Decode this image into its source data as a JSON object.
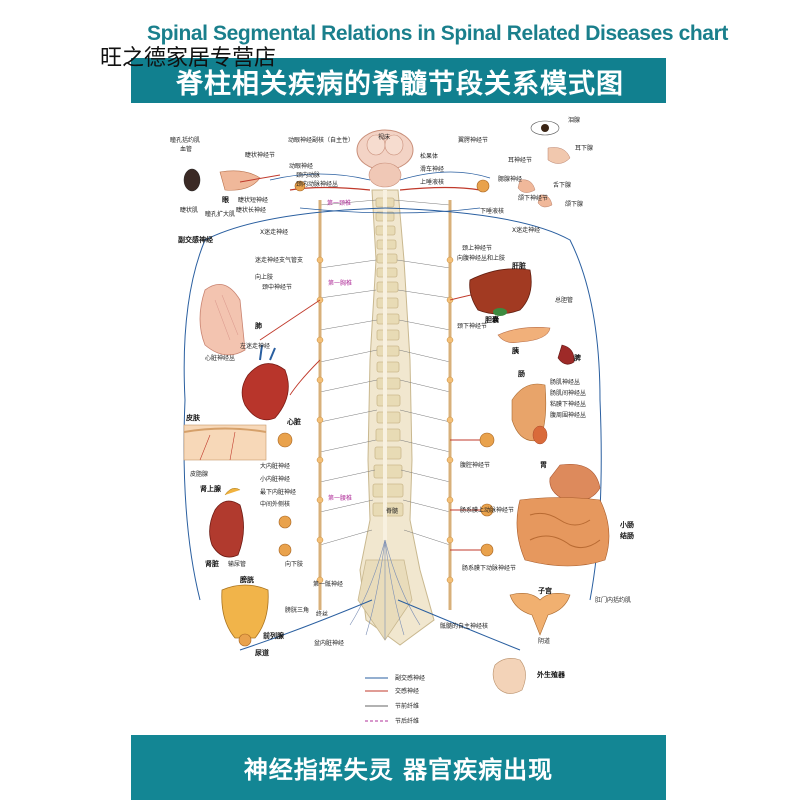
{
  "header": {
    "english_title": "Spinal Segmental Relations in Spinal Related Diseases chart",
    "store_watermark": "旺之德家居专营店",
    "chinese_title": "脊柱相关疾病的脊髓节段关系模式图"
  },
  "footer": {
    "slogan": "神经指挥失灵  器官疾病出现"
  },
  "colors": {
    "teal_band": "#11808f",
    "title_teal": "#1a7f8c",
    "parasympathetic": "#2a5fa0",
    "sympathetic": "#c0392b",
    "preganglionic": "#666666",
    "postganglionic": "#b0309a",
    "organ": "#c94a2a",
    "spine": "#e8dcc0"
  },
  "diagram": {
    "left_labels": {
      "dilator_muscle": "瞳孔括约肌",
      "blood_vessel": "血管",
      "ciliary_ganglion": "睫状神经节",
      "ciliary_muscle": "睫状肌",
      "eye": "眼",
      "short_ciliary": "睫状短神经",
      "pupil_dilator": "瞳孔扩大肌",
      "long_ciliary": "睫状长神经",
      "oculomotor_nucleus": "动眼神经副核（自主性）",
      "oculomotor_nerve": "动眼神经",
      "internal_carotid": "颈内动脉",
      "internal_carotid_plexus": "颈内动脉神经丛",
      "parasympathetic": "副交感神经",
      "vagus": "X迷走神经",
      "vagus_bronchial": "迷走神经支气管支",
      "superior_limb": "向上肢",
      "middle_cervical": "颈中神经节",
      "lung": "肺",
      "left_vagus": "左迷走神经",
      "cardiac_plexus": "心脏神经丛",
      "heart": "心脏",
      "skin": "皮肤",
      "sweat_gland": "皮脂腺",
      "adrenal": "肾上腺",
      "greater_splanchnic": "大内脏神经",
      "lesser_splanchnic": "小内脏神经",
      "lowest_splanchnic": "最下内脏神经",
      "intermediolateral": "中间外侧核",
      "kidney": "肾脏",
      "ureter": "输尿管",
      "bladder": "膀胱",
      "bladder_trigone": "膀胱三角",
      "lower_limb": "向下肢",
      "first_sacral": "第一骶神经",
      "spinal_cord_lower": "终丝",
      "prostate": "前列腺",
      "urethra": "尿道",
      "pelvic_splanchnic": "盆内脏神经"
    },
    "right_labels": {
      "thalamus": "视床",
      "pineal": "松果体",
      "trochlear": "滑车神经",
      "superior_salivatory": "上唾液核",
      "lacrimal": "泪腺",
      "pterygopalatine": "翼腭神经节",
      "otic_ganglion": "耳神经节",
      "nose": "耳下腺",
      "parotid": "腮腺神经",
      "tongue": "舌下腺",
      "submandibular_ganglion": "颌下神经节",
      "submandibular_gland": "颌下腺",
      "inferior_salivatory": "下唾液核",
      "vagus_right": "X迷走神经",
      "superior_cervical": "颈上神经节",
      "celiac_plexus_upper": "向腹神经丛和上肢",
      "liver": "肝脏",
      "bile_duct": "总胆管",
      "gallbladder": "胆囊",
      "inferior_cervical": "颈下神经节",
      "pancreas": "胰",
      "spleen": "脾",
      "intestine": "肠",
      "intestinal_plexus": "肠肌神经丛",
      "myenteric": "肠肌间神经丛",
      "submucosal": "粘膜下神经丛",
      "peritoneal": "腹周围神经丛",
      "celiac_ganglion": "腹腔神经节",
      "stomach": "胃",
      "superior_mesenteric": "肠系膜上动脉神经节",
      "small_intestine": "小肠",
      "colon": "结肠",
      "inferior_mesenteric": "肠系膜下动脉神经节",
      "uterus": "子宫",
      "anal_sphincter": "肛门内括约肌",
      "sacral_autonomic": "骶髓的自主神经核",
      "vagina": "阴道",
      "genitalia": "外生殖器"
    },
    "spine_labels": {
      "first_cervical": "第一颈椎",
      "first_thoracic": "第一胸椎",
      "first_lumbar": "第一腰椎",
      "spinal_cord": "脊髓"
    },
    "legend": [
      {
        "label": "副交感神经",
        "color": "#2a5fa0",
        "style": "solid"
      },
      {
        "label": "交感神经",
        "color": "#c0392b",
        "style": "solid"
      },
      {
        "label": "节前纤维",
        "color": "#666666",
        "style": "solid"
      },
      {
        "label": "节后纤维",
        "color": "#b0309a",
        "style": "dashed"
      }
    ]
  }
}
